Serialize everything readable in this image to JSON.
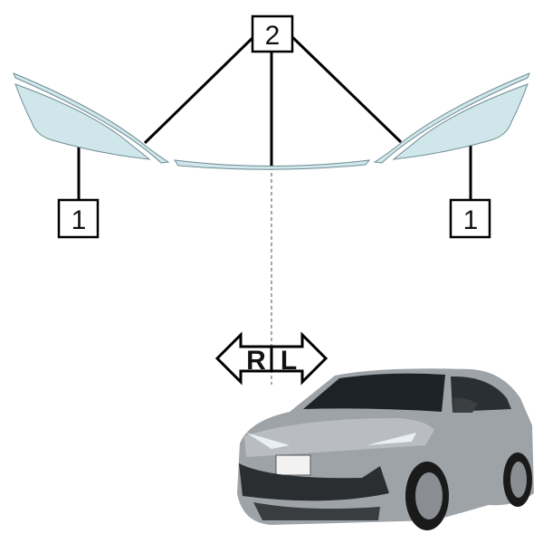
{
  "callouts": {
    "part_1_left": "1",
    "part_1_right": "1",
    "part_2": "2"
  },
  "direction": {
    "right_label": "R",
    "left_label": "L"
  },
  "colors": {
    "film": "#cfe6ea",
    "film_stroke": "#6f8c93",
    "car_body": "#9ea3a8"
  }
}
